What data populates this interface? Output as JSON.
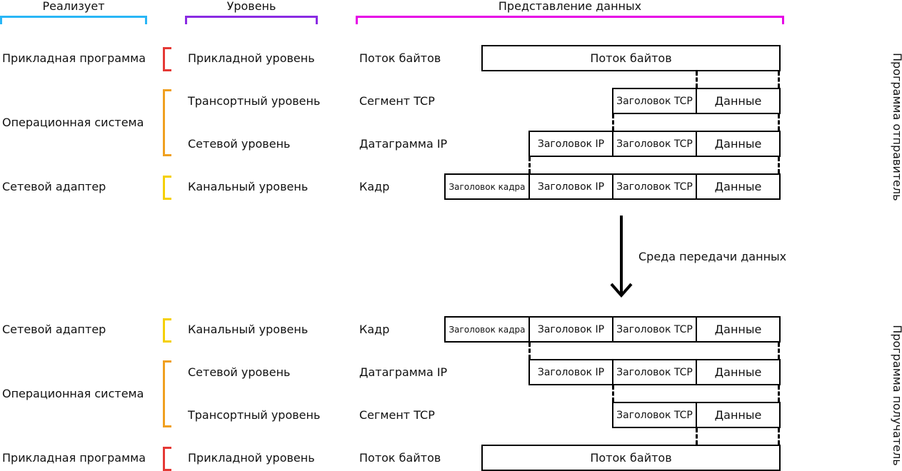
{
  "headers": {
    "implements": "Реализует",
    "level": "Уровень",
    "data_representation": "Представление данных"
  },
  "colors": {
    "implements_bracket": "#29b6f6",
    "level_bracket": "#8a2be2",
    "data_bracket": "#e600e6",
    "app_bracket": "#e53935",
    "os_bracket": "#f0a020",
    "adapter_bracket": "#f5d000"
  },
  "sender": {
    "side_label": "Программа отправитель",
    "rows": [
      {
        "implements": "Прикладная программа",
        "level": "Прикладной уровень",
        "repr": "Поток байтов"
      },
      {
        "implements": "Операционная система",
        "level": "Трансортный уровень",
        "repr": "Сегмент TCP"
      },
      {
        "level": "Сетевой уровень",
        "repr": "Датаграмма IP"
      },
      {
        "implements": "Сетевой адаптер",
        "level": "Канальный уровень",
        "repr": "Кадр"
      }
    ]
  },
  "receiver": {
    "side_label": "Программа получатель",
    "rows": [
      {
        "implements": "Сетевой адаптер",
        "level": "Канальный уровень",
        "repr": "Кадр"
      },
      {
        "implements": "Операционная система",
        "level": "Сетевой уровень",
        "repr": "Датаграмма IP"
      },
      {
        "level": "Трансортный уровень",
        "repr": "Сегмент TCP"
      },
      {
        "implements": "Прикладная программа",
        "level": "Прикладной уровень",
        "repr": "Поток байтов"
      }
    ]
  },
  "boxes": {
    "byte_stream": "Поток байтов",
    "tcp_header": "Заголовок TCP",
    "ip_header": "Заголовок IP",
    "frame_header": "Заголовок кадра",
    "payload": "Данные"
  },
  "medium_label": "Среда передачи данных"
}
